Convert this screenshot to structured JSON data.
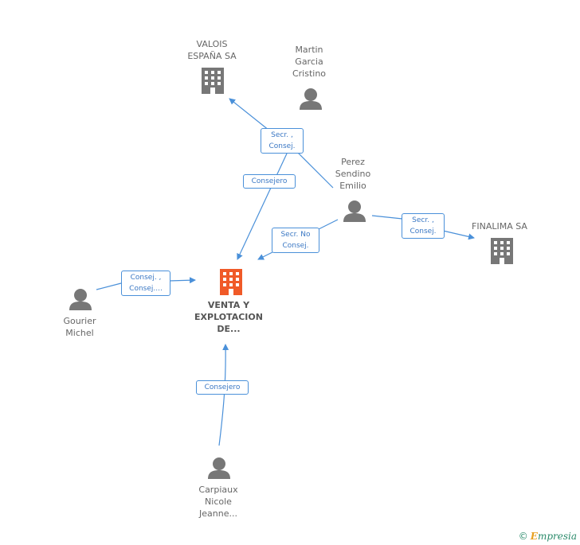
{
  "colors": {
    "edge": "#4a90d9",
    "company_gray": "#777777",
    "company_main": "#f05a28",
    "person": "#777777"
  },
  "nodes": {
    "valois": {
      "lines": [
        "VALOIS",
        "ESPAÑA SA"
      ],
      "icon": "building-icon"
    },
    "martin": {
      "lines": [
        "Martin",
        "Garcia",
        "Cristino"
      ],
      "icon": "person-icon"
    },
    "perez": {
      "lines": [
        "Perez",
        "Sendino",
        "Emilio"
      ],
      "icon": "person-icon"
    },
    "finalima": {
      "lines": [
        "FINALIMA SA"
      ],
      "icon": "building-icon"
    },
    "main": {
      "lines": [
        "VENTA Y",
        "EXPLOTACION",
        "DE..."
      ],
      "icon": "building-icon"
    },
    "gourier": {
      "lines": [
        "Gourier",
        "Michel"
      ],
      "icon": "person-icon"
    },
    "carpiaux": {
      "lines": [
        "Carpiaux",
        "Nicole",
        "Jeanne..."
      ],
      "icon": "person-icon"
    }
  },
  "edges": {
    "martin_valois": {
      "lines": [
        "Secr. ,",
        "Consej."
      ]
    },
    "martin_main": {
      "lines": [
        "Consejero"
      ]
    },
    "perez_main": {
      "lines": [
        "Secr. No",
        "Consej."
      ]
    },
    "perez_finalima": {
      "lines": [
        "Secr. ,",
        "Consej."
      ]
    },
    "gourier_main": {
      "lines": [
        "Consej. ,",
        "Consej...."
      ]
    },
    "carpiaux_main": {
      "lines": [
        "Consejero"
      ]
    }
  },
  "footer": {
    "copyright": "©",
    "brand_initial": "E",
    "brand_rest": "mpresia"
  }
}
